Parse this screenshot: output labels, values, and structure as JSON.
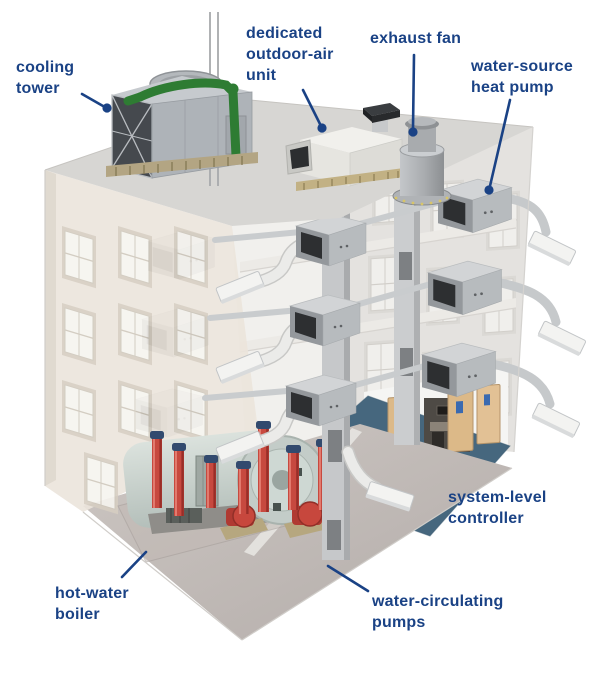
{
  "figure": {
    "kind": "isometric cutaway illustration",
    "subject": "water-source heat pump HVAC system in a multi-story building"
  },
  "colors": {
    "label_text": "#1a4285",
    "leader_line": "#1a4285",
    "background": "#ffffff",
    "facade_beige": "#ece5dc",
    "roof_gray": "#d7d6d3",
    "office_floor_blue": "#46677e",
    "boiler_pipe_red": "#c7493f",
    "cooling_tower_pipe_green": "#2e7c33",
    "door_tan": "#dcb988"
  },
  "labels": [
    {
      "id": "cooling-tower",
      "text": "cooling\ntower"
    },
    {
      "id": "dedicated-outdoor-air-unit",
      "text": "dedicated\noutdoor-air\nunit"
    },
    {
      "id": "exhaust-fan",
      "text": "exhaust fan"
    },
    {
      "id": "water-source-heat-pump",
      "text": "water-source\nheat pump"
    },
    {
      "id": "system-level-controller",
      "text": "system-level\ncontroller"
    },
    {
      "id": "hot-water-boiler",
      "text": "hot-water\nboiler"
    },
    {
      "id": "water-circulating-pumps",
      "text": "water-circulating\npumps"
    }
  ]
}
